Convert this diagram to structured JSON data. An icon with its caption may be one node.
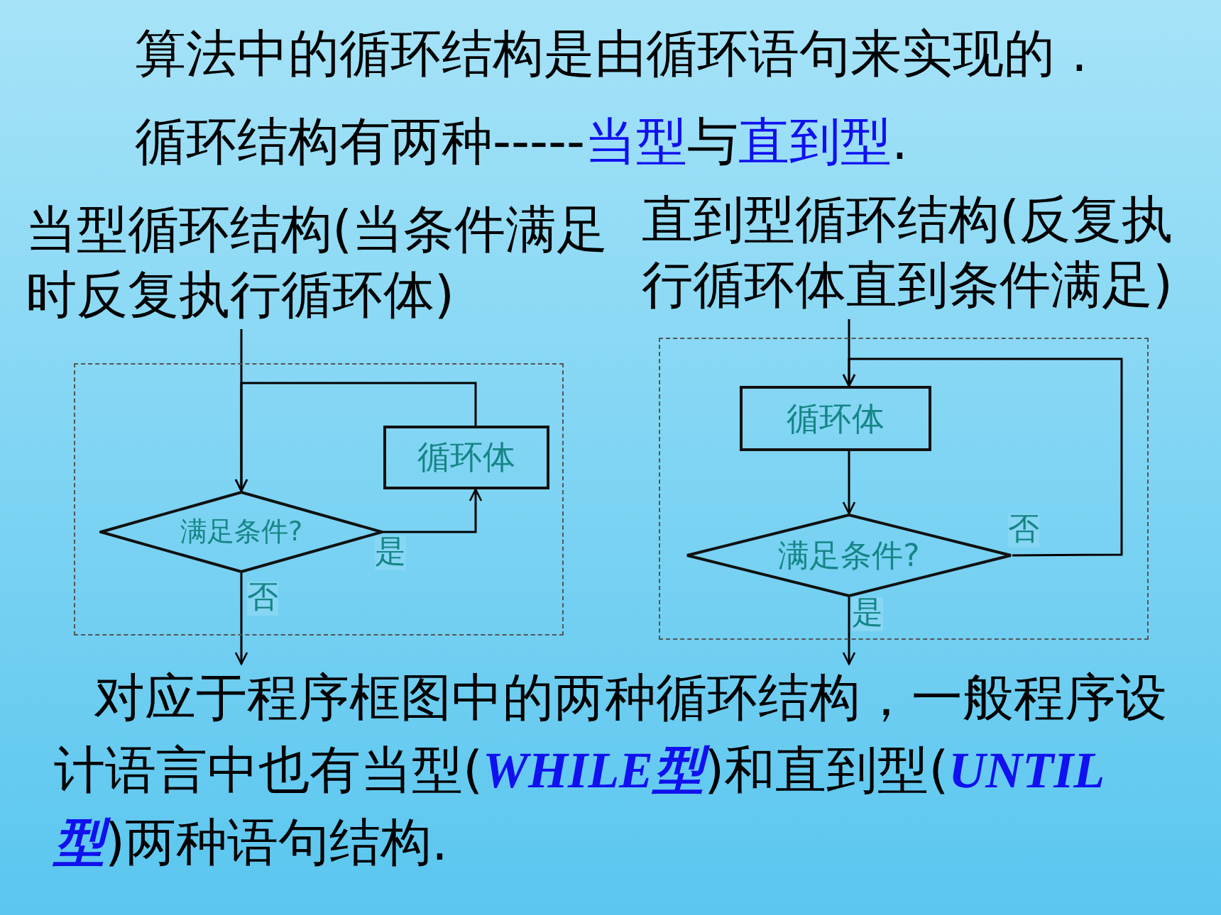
{
  "diagram": {
    "nodes": [
      {
        "text": [
          "当型循环结构(当条件满足时反复执行循环体)"
        ]
      },
      {
        "text": [
          "直到型循环结构(反复执行循环体直到条件满足)"
        ]
      },
      {
        "text": [],
        "shape": "box"
      },
      {
        "text": [
          "满足条件?"
        ],
        "in": 2
      },
      {
        "text": [
          "循环体"
        ],
        "in": 2
      },
      {
        "text": [],
        "shape": "box"
      },
      {
        "text": [
          "循环体"
        ],
        "in": 5
      },
      {
        "text": [
          "满足条件?"
        ],
        "in": 5
      },
      {
        "text": [
          "对应于程序框图中的两种循环结构，一般程序设计语言中也有当型(*WHILE型*)和直到型(*UNTIL型*)两种语句结构."
        ]
      }
    ],
    "edges": [
      {
        "from": 0,
        "to": 3,
        "arrow": "to"
      },
      {
        "from": 3,
        "to": 4,
        "label": "是",
        "arrow": "to"
      },
      {
        "from": 4,
        "to": 3,
        "arrow": "to"
      },
      {
        "from": 3,
        "to": 8,
        "label": "否",
        "arrow": "to"
      },
      {
        "from": 1,
        "to": 6,
        "arrow": "to"
      },
      {
        "from": 6,
        "to": 7,
        "arrow": "to"
      },
      {
        "from": 7,
        "to": 6,
        "label": "否",
        "arrow": "to"
      },
      {
        "from": 7,
        "to": 8,
        "label": "是",
        "arrow": "to"
      }
    ],
    "labels": [
      "算法中的循环结构是由循环语句来实现的 .",
      "循环结构有两种-----**当型**与**直到型**."
    ]
  }
}
